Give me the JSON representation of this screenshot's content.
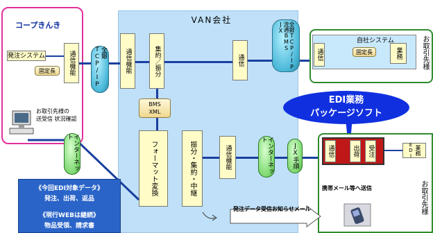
{
  "coop": {
    "title": "コープきんき",
    "ordering_system": "発注システム",
    "comm_function": "通信機能",
    "fixed_length": "固定長",
    "partner_check": "お取引先様の\n送受信 状況確認"
  },
  "van": {
    "title": "VAN会社",
    "comm_function": "通信機能",
    "consolidate": "集約／振分",
    "bms_xml": "BMS\nXML",
    "communication": "通信",
    "format_convert": "フォーマット変換",
    "route_consolidate": "振分・集約・中継",
    "comm_function2": "通信機能"
  },
  "links": {
    "protocol_left": "全銀TCP/IP",
    "protocol_right": "全銀TCP/IP\n流通BMS\nJX",
    "internet_left": "インターネット",
    "internet_right": "インターネット",
    "jx": "JX手順"
  },
  "partner_top": {
    "own_system": "自社システム",
    "communication": "通信",
    "fixed_length": "固定長",
    "work": "業務",
    "label": "お取引先様"
  },
  "edi": {
    "title": "EDI業務\nパッケージソフト"
  },
  "partner_bottom": {
    "communication": "通信",
    "shipping": "出荷",
    "ordering": "受注",
    "edi": "EDI",
    "work": "業務",
    "label": "お取引先様",
    "mobile": "携帯メール等へ送信"
  },
  "notice": {
    "label": "発注データ受信お知らせメール"
  },
  "legend": {
    "line1": "《今回EDI対象データ》",
    "line2": "発注、出荷、返品",
    "line3": "《現行WEBは継続》",
    "line4": "物品受領、請求書"
  },
  "colors": {
    "van_bg": "#bfe0f8",
    "coop_border": "#e0309a",
    "partner_border": "#2e8b2e",
    "edi_oval": "#1030e0",
    "legend_bg": "#2a64c8",
    "line": "#1a3fa0"
  }
}
